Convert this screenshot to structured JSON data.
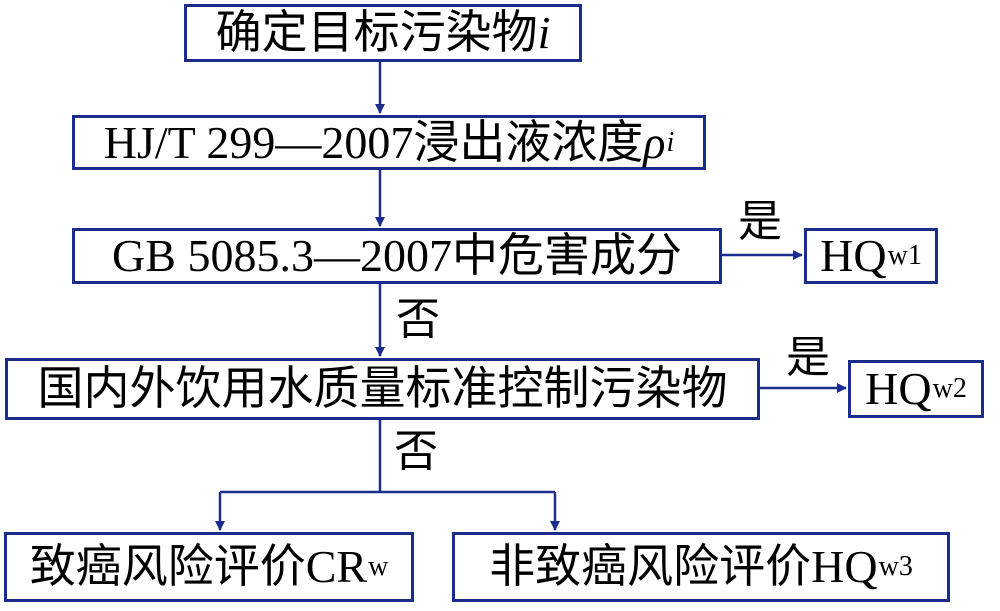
{
  "colors": {
    "line": "#1a2c8c",
    "text": "#000000",
    "background": "#ffffff"
  },
  "nodes": {
    "target": {
      "text": "确定目标污染物",
      "var": "i"
    },
    "leach": {
      "text": "HJ/T 299—2007浸出液浓度",
      "var": "ρ",
      "sub": "i"
    },
    "gb": {
      "text": "GB 5085.3—2007中危害成分"
    },
    "hqw1": {
      "text": "HQ",
      "sub": "w1"
    },
    "water": {
      "text": "国内外饮用水质量标准控制污染物"
    },
    "hqw2": {
      "text": "HQ",
      "sub": "w2"
    },
    "carc": {
      "text": "致癌风险评价CR",
      "sub": "w"
    },
    "noncarc": {
      "text": "非致癌风险评价HQ",
      "sub": "w3"
    }
  },
  "labels": {
    "yes1": "是",
    "no1": "否",
    "yes2": "是",
    "no2": "否"
  }
}
